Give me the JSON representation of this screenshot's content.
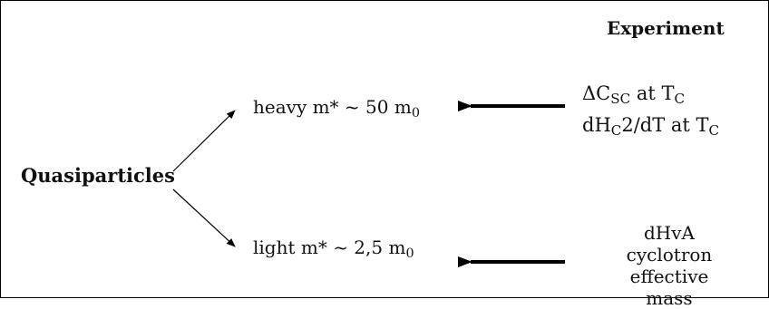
{
  "experiment_header": "Experiment",
  "root_label": "Quasiparticles",
  "heavy": {
    "prefix": "heavy  m* ~ 50 m",
    "sub": "0"
  },
  "light": {
    "prefix": "light m* ~ 2,5 m",
    "sub": "0"
  },
  "experiment_heavy": {
    "line1_main": "ΔC",
    "line1_sub": "SC",
    "line1_mid": " at T",
    "line1_sub2": "C",
    "line2_main": "dH",
    "line2_sub": "C",
    "line2_mid": "2/dT at T",
    "line2_sub2": "C"
  },
  "experiment_light": {
    "line1": "dHvA",
    "line2": "cyclotron effective",
    "line3": "mass"
  },
  "colors": {
    "arrow": "#000000",
    "text": "#111111",
    "border": "#000000"
  }
}
